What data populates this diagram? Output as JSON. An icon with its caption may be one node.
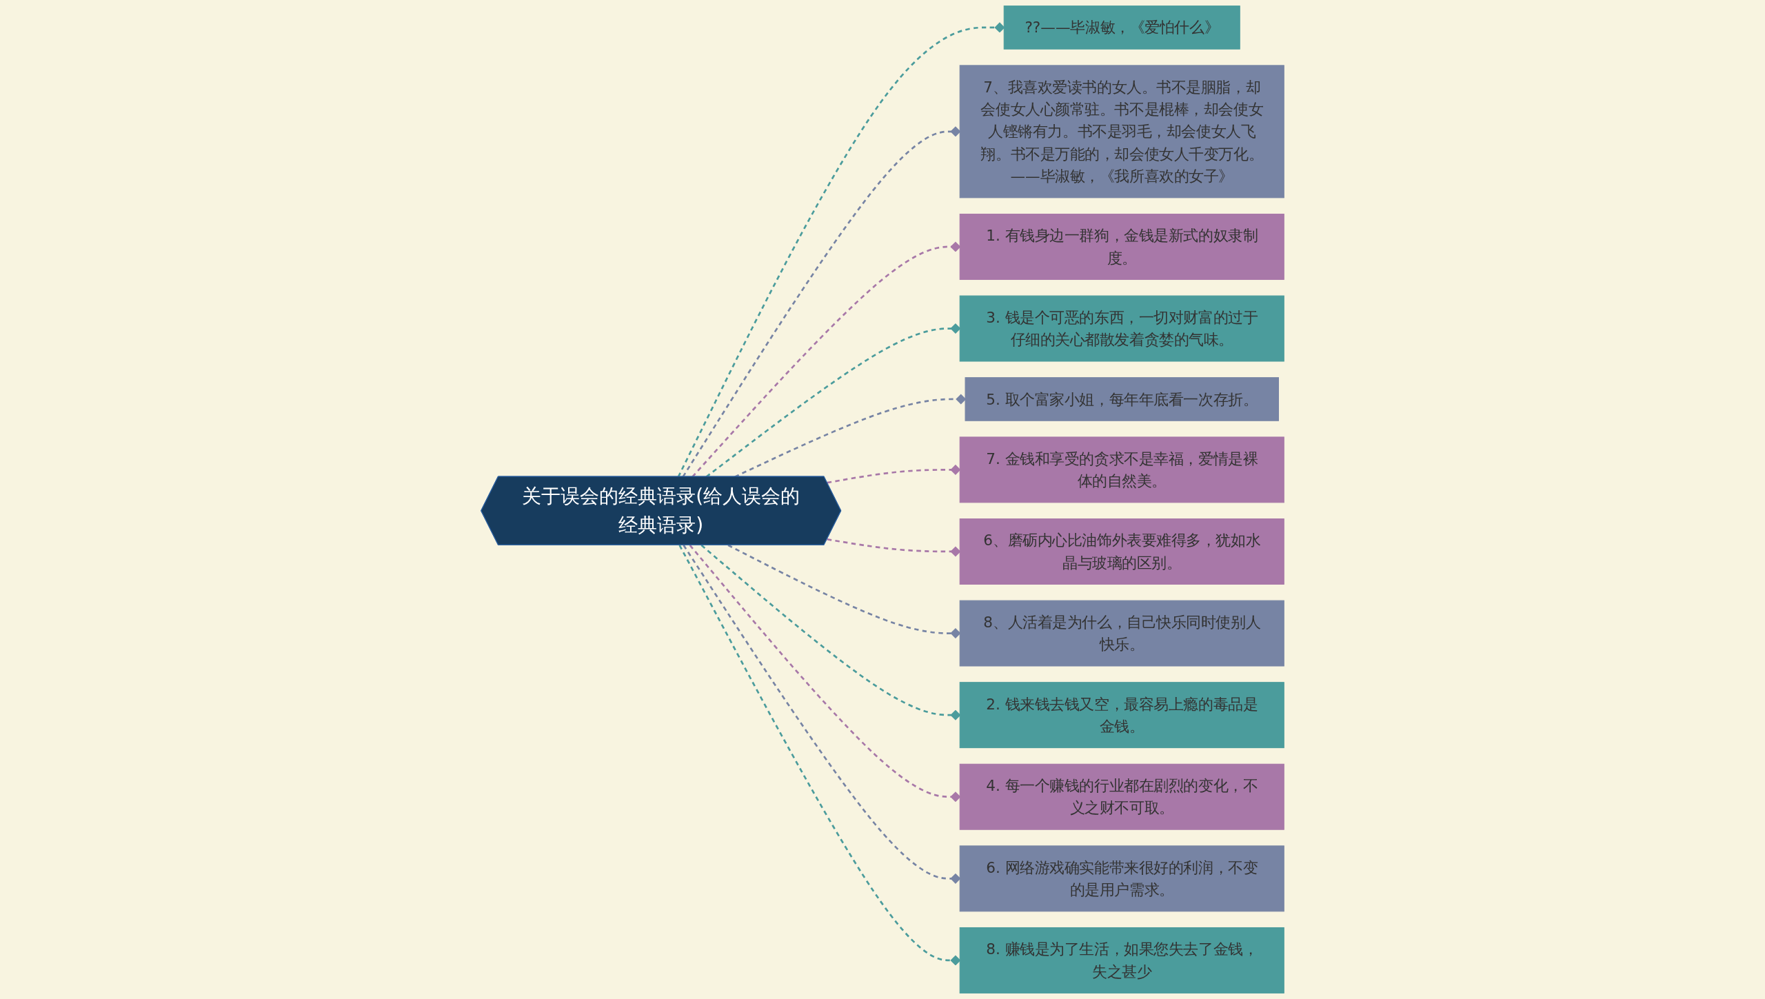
{
  "diagram": {
    "nodes": [
      {
        "text": [
          "关于误会的经典语录(给人误会的经典语录)"
        ]
      },
      {
        "text": [
          "??——毕淑敏，《爱怕什么》"
        ]
      },
      {
        "text": [
          "7、我喜欢爱读书的女人。书不是胭脂，却会使女人心颜常驻。书不是棍棒，却会使女人铿锵有力。书不是羽毛，却会使女人飞翔。书不是万能的，却会使女人千变万化。——毕淑敏，《我所喜欢的女子》"
        ]
      },
      {
        "text": [
          "1. 有钱身边一群狗，金钱是新式的奴隶制度。"
        ]
      },
      {
        "text": [
          "3. 钱是个可恶的东西，一切对财富的过于仔细的关心都散发着贪婪的气味。"
        ]
      },
      {
        "text": [
          "5. 取个富家小姐，每年年底看一次存折。"
        ]
      },
      {
        "text": [
          "7. 金钱和享受的贪求不是幸福，爱情是裸体的自然美。"
        ]
      },
      {
        "text": [
          "6、磨砺内心比油饰外表要难得多，犹如水晶与玻璃的区别。"
        ]
      },
      {
        "text": [
          "8、人活着是为什么，自己快乐同时使别人快乐。"
        ]
      },
      {
        "text": [
          "2. 钱来钱去钱又空，最容易上瘾的毒品是金钱。"
        ]
      },
      {
        "text": [
          "4. 每一个赚钱的行业都在剧烈的变化，不义之财不可取。"
        ]
      },
      {
        "text": [
          "6. 网络游戏确实能带来很好的利润，不变的是用户需求。"
        ]
      },
      {
        "text": [
          "8. 赚钱是为了生活，如果您失去了金钱，失之甚少"
        ]
      }
    ],
    "edges": [
      {
        "from": 0,
        "to": 1,
        "arrow": "other",
        "style": "dashed",
        "color": "#4b9c9c"
      },
      {
        "from": 0,
        "to": 2,
        "arrow": "other",
        "style": "dashed",
        "color": "#7784a4"
      },
      {
        "from": 0,
        "to": 3,
        "arrow": "other",
        "style": "dashed",
        "color": "#a878a8"
      },
      {
        "from": 0,
        "to": 4,
        "arrow": "other",
        "style": "dashed",
        "color": "#4b9c9c"
      },
      {
        "from": 0,
        "to": 5,
        "arrow": "other",
        "style": "dashed",
        "color": "#7784a4"
      },
      {
        "from": 0,
        "to": 6,
        "arrow": "other",
        "style": "dashed",
        "color": "#a878a8"
      },
      {
        "from": 0,
        "to": 7,
        "arrow": "other",
        "style": "dashed",
        "color": "#a878a8"
      },
      {
        "from": 0,
        "to": 8,
        "arrow": "other",
        "style": "dashed",
        "color": "#7784a4"
      },
      {
        "from": 0,
        "to": 9,
        "arrow": "other",
        "style": "dashed",
        "color": "#4b9c9c"
      },
      {
        "from": 0,
        "to": 10,
        "arrow": "other",
        "style": "dashed",
        "color": "#a878a8"
      },
      {
        "from": 0,
        "to": 11,
        "arrow": "other",
        "style": "dashed",
        "color": "#7784a4"
      },
      {
        "from": 0,
        "to": 12,
        "arrow": "other",
        "style": "dashed",
        "color": "#4b9c9c"
      }
    ]
  }
}
